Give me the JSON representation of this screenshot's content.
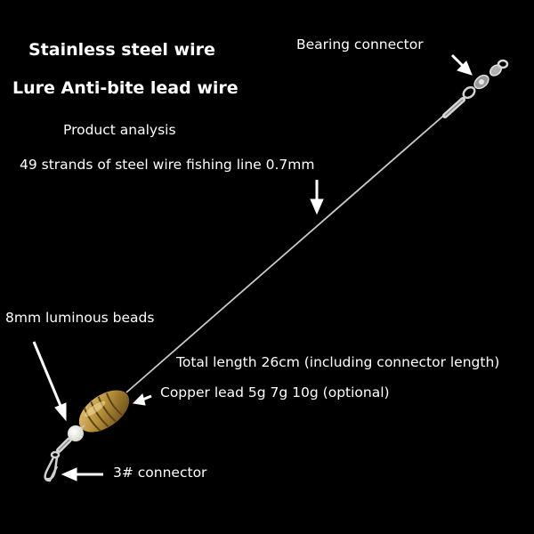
{
  "title_line1": "Stainless steel wire",
  "title_line2": "Lure Anti-bite lead wire",
  "subtitle": "Product analysis",
  "labels": {
    "bearing_connector": "Bearing connector",
    "wire_spec": "49 strands of steel wire fishing line 0.7mm",
    "luminous_beads": "8mm luminous beads",
    "total_length": "Total length 26cm (including connector length)",
    "copper_lead": "Copper lead 5g 7g 10g (optional)",
    "snap_connector": "3# connector"
  },
  "colors": {
    "background": "#000000",
    "text": "#ffffff",
    "wire": "#c8c8c8",
    "brass": "#b8913a",
    "bead": "#f5f5f0",
    "metal": "#d0d0d0"
  }
}
